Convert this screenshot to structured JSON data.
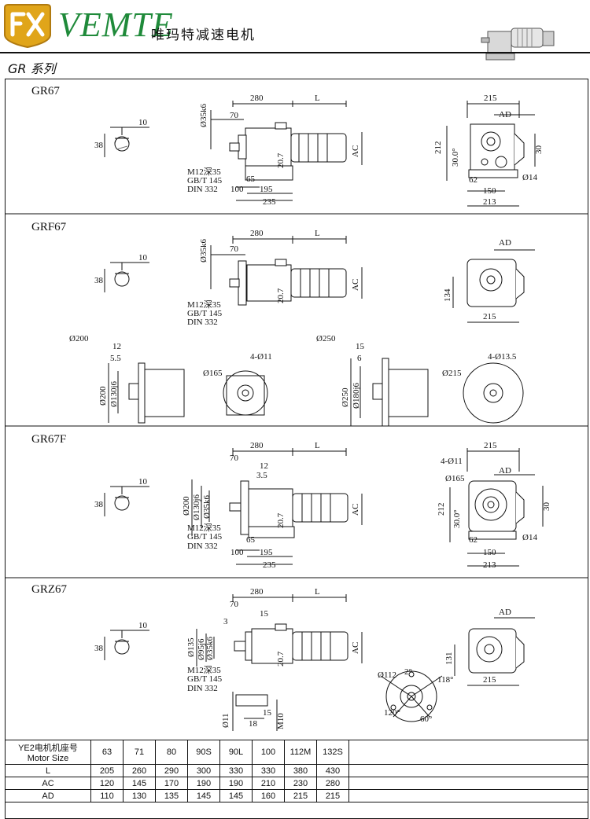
{
  "header": {
    "logo_text": "FX",
    "brand": "VEMTE",
    "brand_cn": "唯玛特减速电机",
    "series": "GR 系列"
  },
  "sections": [
    {
      "title": "GR67"
    },
    {
      "title": "GRF67"
    },
    {
      "title": "GR67F"
    },
    {
      "title": "GRZ67"
    }
  ],
  "dims": {
    "d280": "280",
    "dL": "L",
    "d215": "215",
    "dAD": "AD",
    "dAC": "AC",
    "d10": "10",
    "d38": "38",
    "d35k6": "Ø35k6",
    "d70": "70",
    "d207": "20.7",
    "d212": "212",
    "d30": "30",
    "d30deg": "30.0°",
    "d62": "62",
    "d150": "150",
    "d213": "213",
    "d14": "Ø14",
    "d65": "65",
    "d100": "100",
    "d195": "195",
    "d235": "235",
    "m12": "M12深35",
    "gbt": "GB/T 145",
    "din": "DIN 332",
    "d134": "134",
    "d200": "Ø200",
    "d12": "12",
    "d55": "5.5",
    "d200s": "Ø200",
    "d130j6": "Ø130j6",
    "d165": "Ø165",
    "d411": "4-Ø11",
    "d250": "Ø250",
    "d15": "15",
    "d6": "6",
    "d250s": "Ø250",
    "d180j6": "Ø180j6",
    "d215c": "Ø215",
    "d4135": "4-Ø13.5",
    "d35": "3.5",
    "d130": "Ø130j6",
    "d3": "3",
    "d135": "Ø135",
    "d95j6": "Ø95j6",
    "d131": "131",
    "d112": "Ø112",
    "d2": "2°",
    "d118": "118°",
    "d120": "120°",
    "d60": "60°",
    "d11": "Ø11",
    "d18": "18",
    "m10": "M10"
  },
  "table": {
    "header_label_cn": "YE2电机机座号",
    "header_label_en": "Motor Size",
    "sizes": [
      "63",
      "71",
      "80",
      "90S",
      "90L",
      "100",
      "112M",
      "132S"
    ],
    "rows": [
      {
        "label": "L",
        "values": [
          "205",
          "260",
          "290",
          "300",
          "330",
          "330",
          "380",
          "430"
        ]
      },
      {
        "label": "AC",
        "values": [
          "120",
          "145",
          "170",
          "190",
          "190",
          "210",
          "230",
          "280"
        ]
      },
      {
        "label": "AD",
        "values": [
          "110",
          "130",
          "135",
          "145",
          "145",
          "160",
          "215",
          "215"
        ]
      }
    ]
  }
}
